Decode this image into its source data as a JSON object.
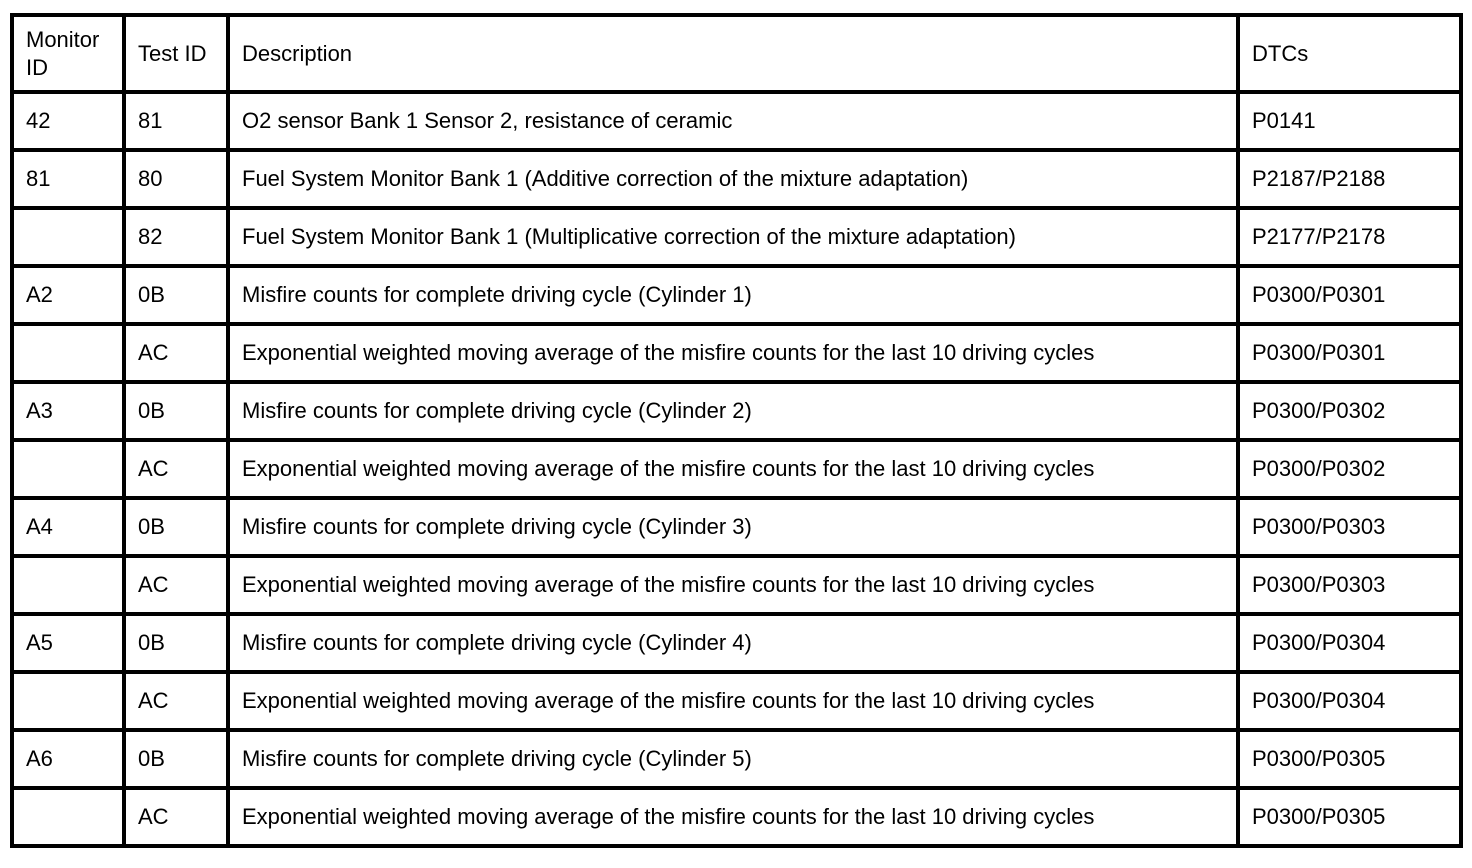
{
  "table": {
    "headers": [
      "Monitor ID",
      "Test ID",
      "Description",
      "DTCs"
    ],
    "rows": [
      [
        "42",
        "81",
        "O2 sensor Bank 1 Sensor 2, resistance of ceramic",
        "P0141"
      ],
      [
        "81",
        "80",
        "Fuel System Monitor Bank 1 (Additive correction of the mixture adaptation)",
        "P2187/P2188"
      ],
      [
        "",
        "82",
        "Fuel System Monitor Bank 1 (Multiplicative correction of the mixture adaptation)",
        "P2177/P2178"
      ],
      [
        "A2",
        "0B",
        "Misfire counts for complete driving cycle (Cylinder 1)",
        "P0300/P0301"
      ],
      [
        "",
        "AC",
        "Exponential weighted moving average of the misfire counts for the last 10 driving cycles",
        "P0300/P0301"
      ],
      [
        "A3",
        "0B",
        "Misfire counts for complete driving cycle (Cylinder 2)",
        "P0300/P0302"
      ],
      [
        "",
        "AC",
        "Exponential weighted moving average of the misfire counts for the last 10 driving cycles",
        "P0300/P0302"
      ],
      [
        "A4",
        "0B",
        "Misfire counts for complete driving cycle (Cylinder 3)",
        "P0300/P0303"
      ],
      [
        "",
        "AC",
        "Exponential weighted moving average of the misfire counts for the last 10 driving cycles",
        "P0300/P0303"
      ],
      [
        "A5",
        "0B",
        "Misfire counts for complete driving cycle (Cylinder 4)",
        "P0300/P0304"
      ],
      [
        "",
        "AC",
        "Exponential weighted moving average of the misfire counts for the last 10 driving cycles",
        "P0300/P0304"
      ],
      [
        "A6",
        "0B",
        "Misfire counts for complete driving cycle (Cylinder 5)",
        "P0300/P0305"
      ],
      [
        "",
        "AC",
        "Exponential weighted moving average of the misfire counts for the last 10 driving cycles",
        "P0300/P0305"
      ]
    ],
    "colors": {
      "border": "#000000",
      "text": "#000000",
      "background": "#ffffff"
    }
  }
}
